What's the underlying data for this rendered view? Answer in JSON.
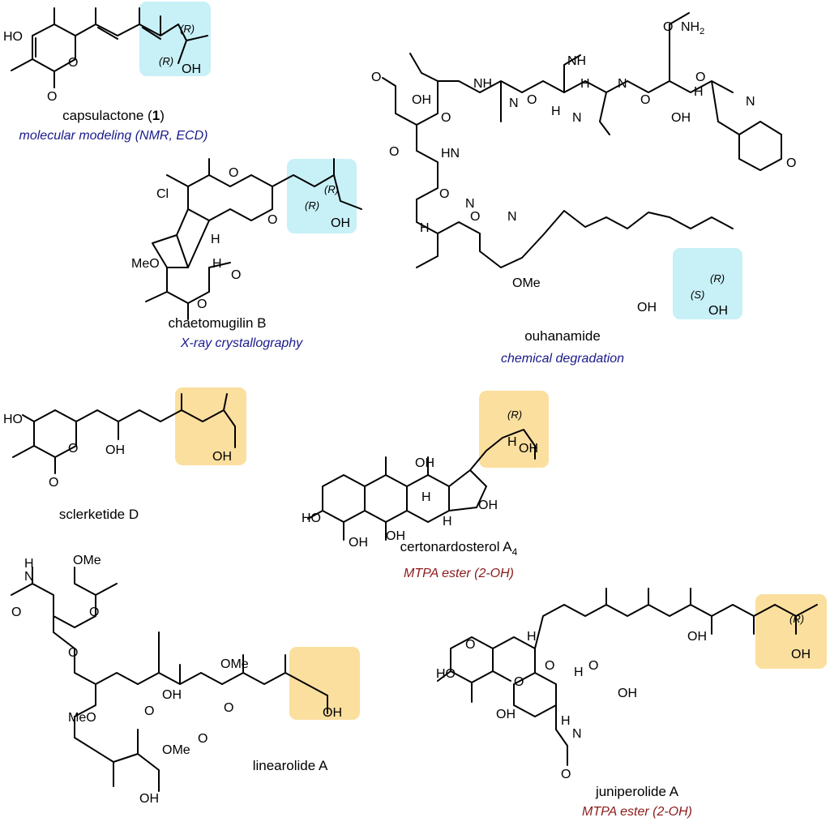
{
  "colors": {
    "highlight_blue": "#c8f0f7",
    "highlight_orange": "#fbdf9e",
    "method_blue": "#1a1a8c",
    "method_red": "#8b1a1a"
  },
  "compounds": [
    {
      "name": "capsulactone (",
      "bold": "1",
      "close": ")",
      "method": "molecular modeling (NMR, ECD)",
      "method_color": "blue",
      "atoms": [
        "HO",
        "O",
        "O",
        "OH"
      ],
      "stereo": [
        "(R)",
        "(R)"
      ]
    },
    {
      "name": "chaetomugilin B",
      "method": "X-ray crystallography",
      "method_color": "blue",
      "atoms": [
        "Cl",
        "O",
        "O",
        "H",
        "H",
        "MeO",
        "O",
        "O",
        "OH"
      ],
      "stereo": [
        "(R)",
        "(R)"
      ]
    },
    {
      "name": "ouhanamide",
      "method": "chemical degradation",
      "method_color": "blue",
      "atoms": [
        "O",
        "NH",
        "OH",
        "NH",
        "N",
        "O",
        "H",
        "H",
        "N",
        "O",
        "N",
        "O",
        "H",
        "N",
        "OH",
        "O",
        "O",
        "O",
        "HN",
        "O",
        "N",
        "H",
        "O",
        "N",
        "O",
        "OMe",
        "OH",
        "OH",
        "OH"
      ],
      "nh2": "NH",
      "nh2_sub": "2",
      "stereo": [
        "(S)",
        "(R)"
      ]
    },
    {
      "name": "sclerketide D",
      "method": "",
      "atoms": [
        "HO",
        "O",
        "O",
        "OH",
        "OH"
      ]
    },
    {
      "name": "certonardosterol A",
      "name_sub": "4",
      "method": "MTPA ester (2-OH)",
      "method_color": "red",
      "atoms": [
        "H",
        "OH",
        "H",
        "H",
        "OH",
        "HO",
        "OH",
        "OH",
        "OH"
      ],
      "stereo": [
        "(R)"
      ]
    },
    {
      "name": "linearolide A",
      "method": "",
      "atoms": [
        "OMe",
        "H",
        "N",
        "O",
        "O",
        "O",
        "OMe",
        "MeO",
        "O",
        "OH",
        "O",
        "O",
        "OMe",
        "OH",
        "OH"
      ]
    },
    {
      "name": "juniperolide A",
      "method": "MTPA ester (2-OH)",
      "method_color": "red",
      "atoms": [
        "H",
        "O",
        "O",
        "HO",
        "O",
        "H",
        "O",
        "OH",
        "OH",
        "OH",
        "H",
        "N",
        "O",
        "OH"
      ],
      "stereo": [
        "(R)"
      ]
    }
  ]
}
